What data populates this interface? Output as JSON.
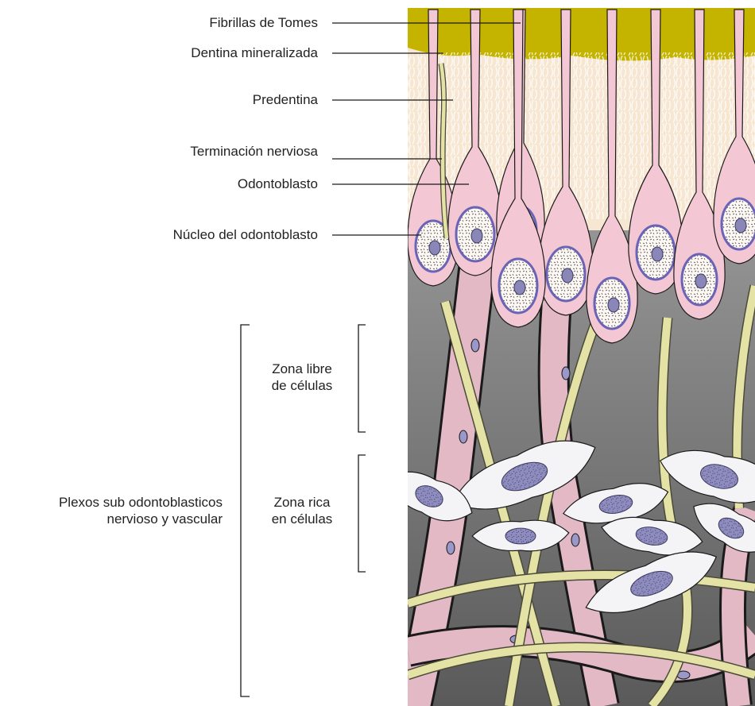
{
  "labels": {
    "fibrillas": "Fibrillas de Tomes",
    "dentina": "Dentina mineralizada",
    "predentina": "Predentina",
    "terminacion": "Terminación nerviosa",
    "odontoblasto": "Odontoblasto",
    "nucleo": "Núcleo del odontoblasto",
    "zona_libre": [
      "Zona libre",
      "de células"
    ],
    "zona_rica": [
      "Zona rica",
      "en células"
    ],
    "plexos": [
      "Plexos sub odontoblasticos",
      "nervioso y vascular"
    ]
  },
  "colors": {
    "dentin": "#c4b400",
    "predentin": "#f7e7d2",
    "odontoblast": "#f3c7d3",
    "nucleus_membrane": "#6b63b5",
    "pulp_top": "#b9b9b9",
    "pulp_bottom": "#5e5e5e",
    "nerve": "#e4e2a4",
    "vessel": "#e3b9c6",
    "fibroblast": "#f4f4f6",
    "fibroblast_nucleus": "#8a86b8",
    "line": "#1a1a1a"
  },
  "icons": [
    "odontoblast-cell-icon",
    "fibroblast-icon",
    "nerve-fiber-icon",
    "blood-vessel-icon"
  ]
}
